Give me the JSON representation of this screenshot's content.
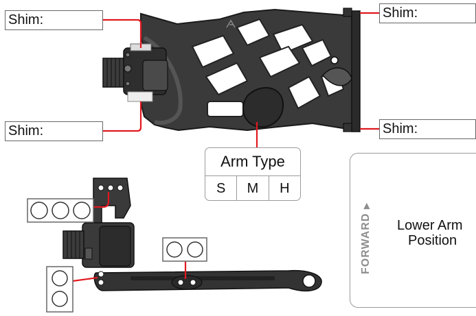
{
  "labels": {
    "shim_top_left": "Shim:",
    "shim_bottom_left": "Shim:",
    "shim_top_right": "Shim:",
    "shim_bottom_right": "Shim:"
  },
  "arm_type": {
    "title": "Arm Type",
    "options": [
      "S",
      "M",
      "H"
    ]
  },
  "position_panel": {
    "forward_label": "FORWARD",
    "forward_arrow": "▶",
    "lower_arm_line1": "Lower Arm",
    "lower_arm_line2": "Position"
  },
  "colors": {
    "leader": "#e0191f",
    "part": "#3a3a3a",
    "part_dark": "#222222",
    "part_light": "#666666",
    "box_border": "#666666",
    "panel_border": "#9a9a9a"
  }
}
